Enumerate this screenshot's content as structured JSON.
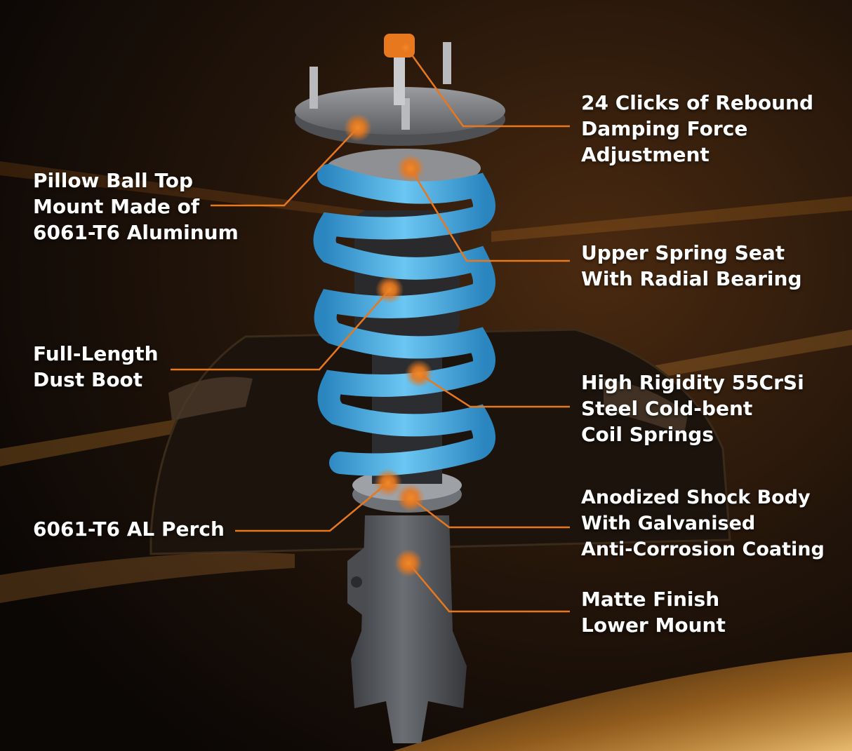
{
  "colors": {
    "accent": "#e8781e",
    "spring": "#3fa9e0",
    "label_text": "#ffffff",
    "body_metal": "#5a5c60"
  },
  "callouts": {
    "rebound": {
      "lines": [
        "24 Clicks of Rebound",
        "Damping Force",
        "Adjustment"
      ]
    },
    "top_mount": {
      "lines": [
        "Pillow Ball Top",
        "Mount Made of",
        "6061-T6 Aluminum"
      ]
    },
    "spring_seat": {
      "lines": [
        "Upper Spring Seat",
        "With Radial Bearing"
      ]
    },
    "dust_boot": {
      "lines": [
        "Full-Length",
        "Dust Boot"
      ]
    },
    "coil_springs": {
      "lines": [
        "High Rigidity 55CrSi",
        "Steel Cold-bent",
        "Coil Springs"
      ]
    },
    "perch": {
      "lines": [
        "6061-T6 AL Perch"
      ]
    },
    "shock_body": {
      "lines": [
        "Anodized Shock Body",
        "With Galvanised",
        "Anti-Corrosion Coating"
      ]
    },
    "lower_mount": {
      "lines": [
        "Matte Finish",
        "Lower Mount"
      ]
    }
  }
}
